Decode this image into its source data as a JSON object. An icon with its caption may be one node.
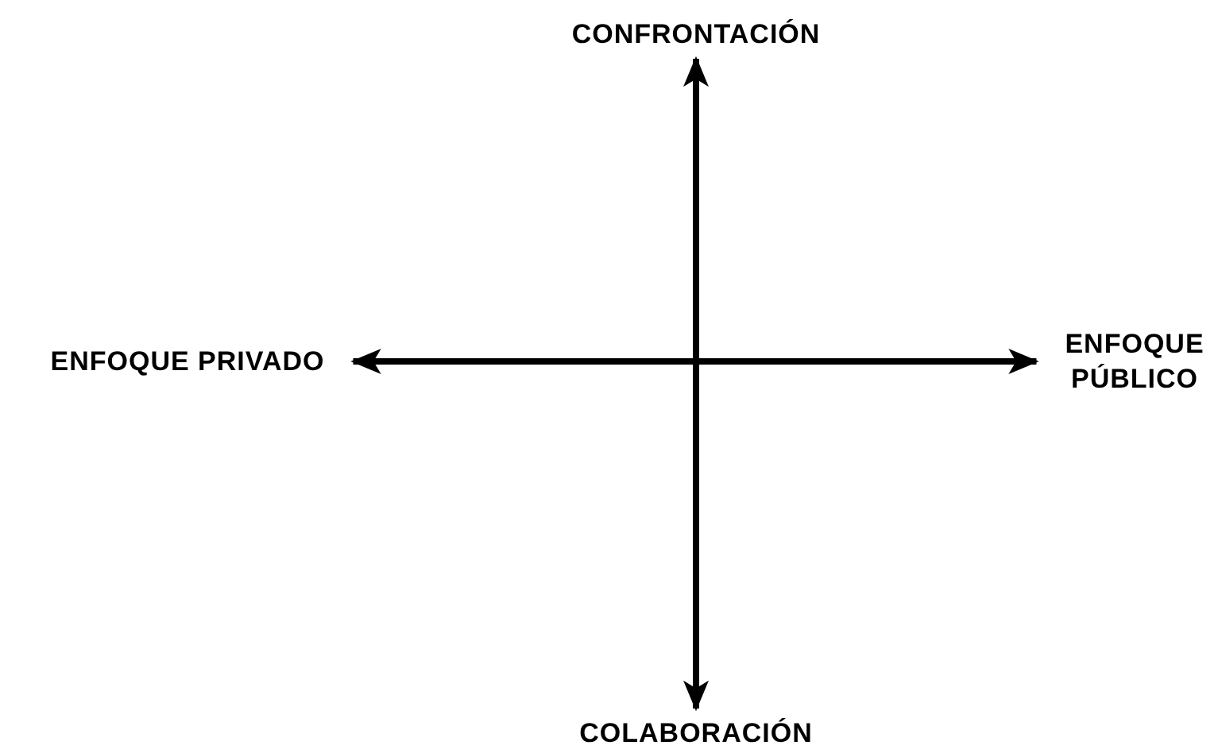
{
  "diagram": {
    "nodes": [
      {
        "text": [
          "CONFRONTACIÓN"
        ]
      },
      {
        "text": [
          "ENFOQUE PRIVADO"
        ]
      },
      {
        "text": [
          "ENFOQUE PÚBLICO"
        ]
      },
      {
        "text": [
          "COLABORACIÓN"
        ]
      }
    ],
    "edges": [
      {
        "from": 0,
        "to": 3,
        "arrow": "both"
      },
      {
        "from": 1,
        "to": 2,
        "arrow": "both"
      }
    ]
  }
}
